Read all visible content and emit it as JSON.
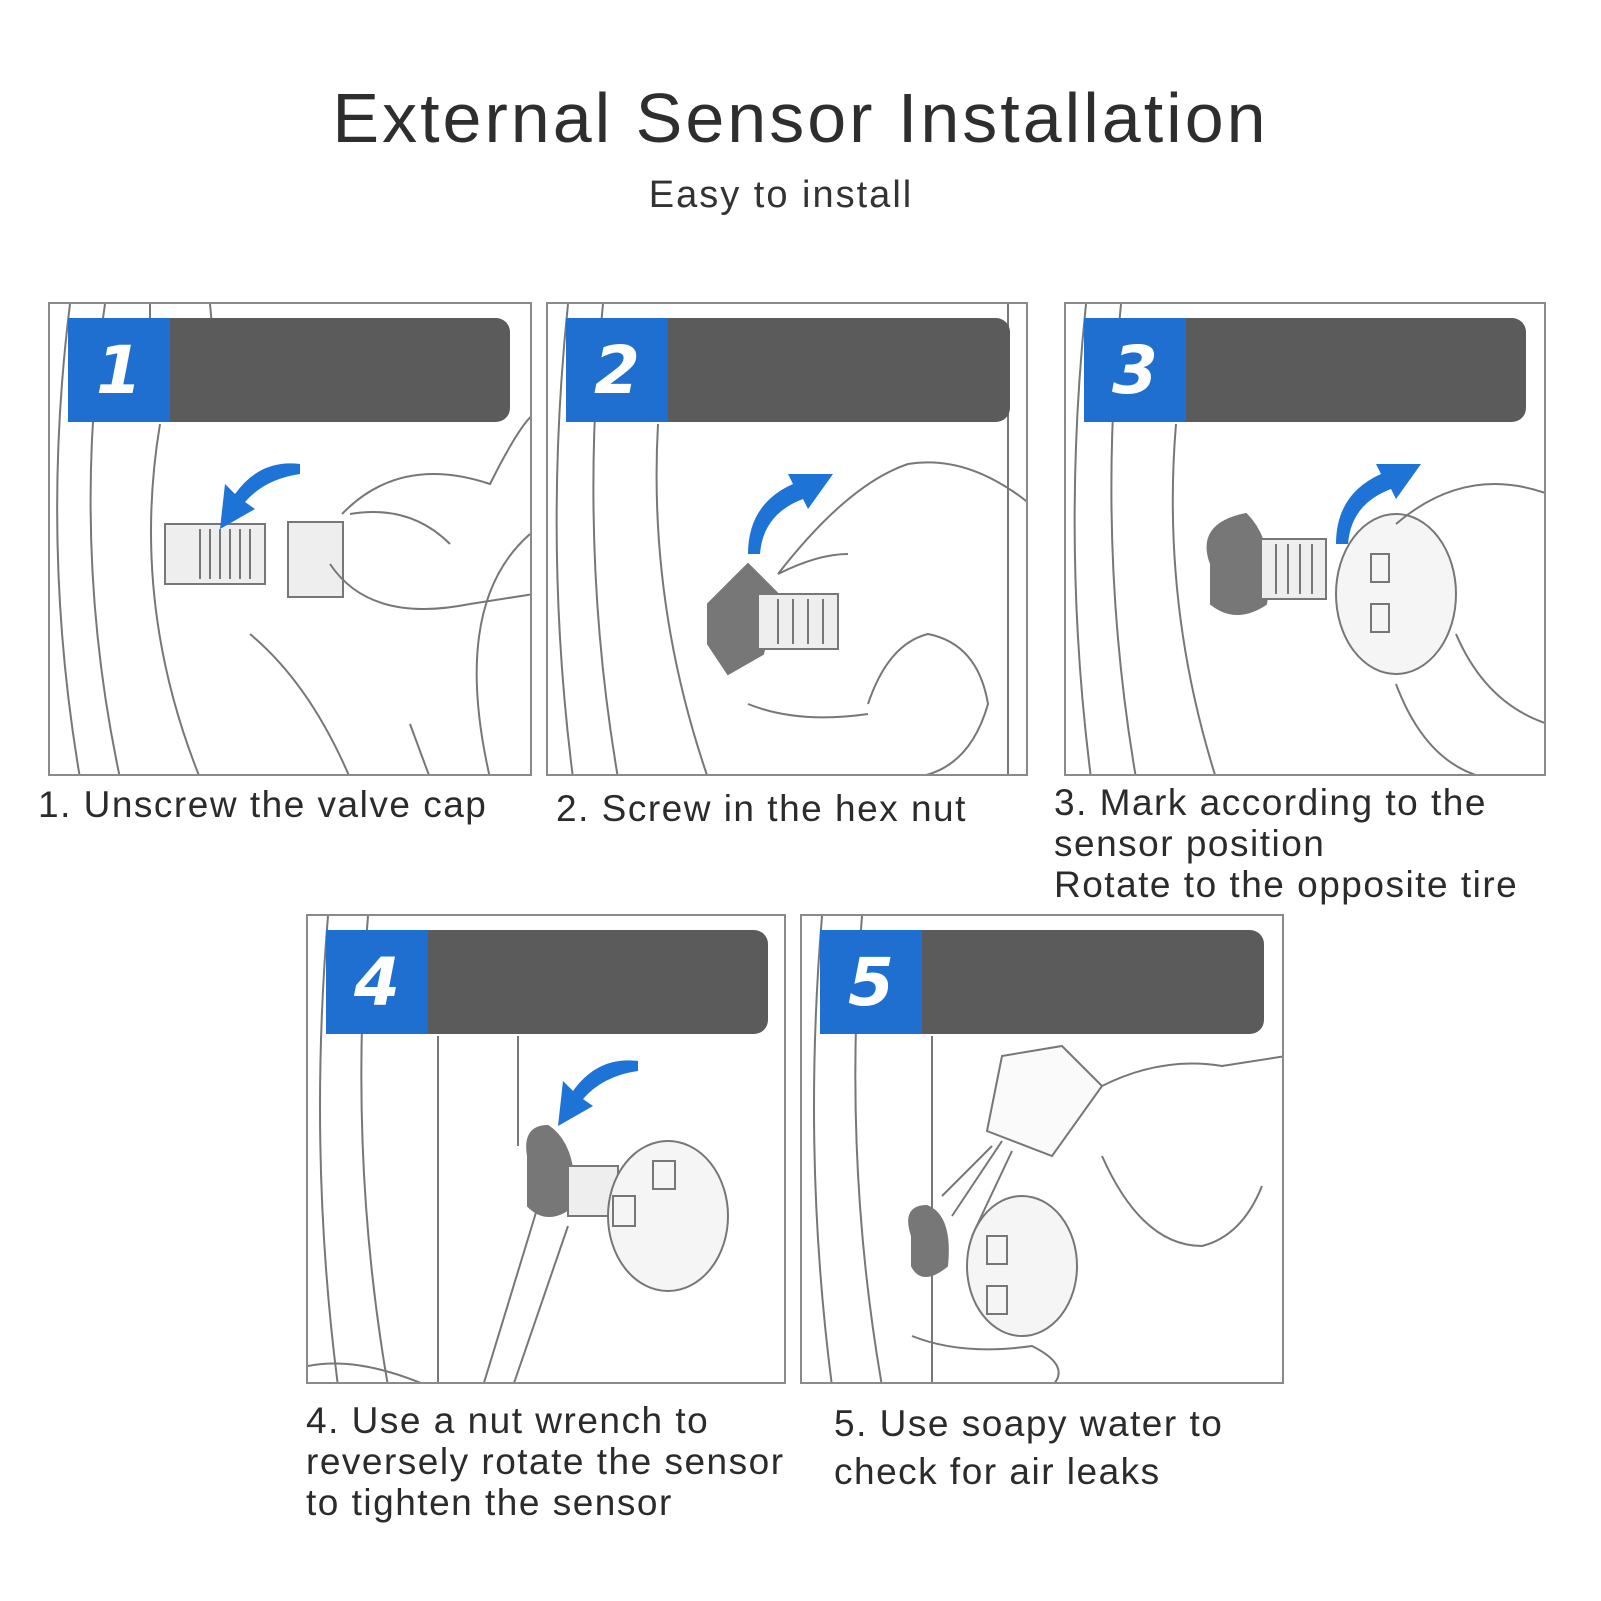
{
  "header": {
    "title": "External Sensor Installation",
    "subtitle": "Easy to install"
  },
  "steps": [
    {
      "number": "1",
      "caption": [
        "1. Unscrew the valve cap"
      ],
      "icon": "valve-cap-removal-illustration",
      "arrow": "counterclockwise"
    },
    {
      "number": "2",
      "caption": [
        "2. Screw in the hex nut"
      ],
      "icon": "hex-nut-install-illustration",
      "arrow": "clockwise"
    },
    {
      "number": "3",
      "caption": [
        "3. Mark according to the",
        "sensor position",
        "Rotate to the opposite tire"
      ],
      "icon": "sensor-mount-illustration",
      "arrow": "clockwise"
    },
    {
      "number": "4",
      "caption": [
        "4. Use a nut wrench to",
        "reversely rotate the sensor",
        "to tighten the sensor"
      ],
      "icon": "wrench-tighten-illustration",
      "arrow": "counterclockwise"
    },
    {
      "number": "5",
      "caption": [
        "5. Use soapy water to",
        "check for air leaks"
      ],
      "icon": "soapy-water-spray-illustration",
      "arrow": "none"
    }
  ],
  "colors": {
    "step_blue": "#1f6fd1",
    "step_dark": "#5b5b5b",
    "arrow_blue": "#1e73d6",
    "line": "#8a8a8a"
  }
}
